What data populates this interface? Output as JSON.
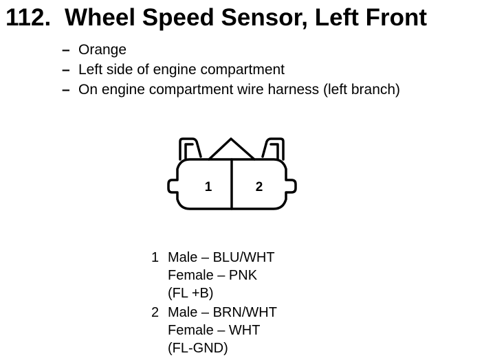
{
  "title": {
    "number": "112.",
    "text": "Wheel Speed Sensor, Left Front"
  },
  "details": [
    {
      "dash": "–",
      "text": "Orange"
    },
    {
      "dash": "–",
      "text": "Left side of engine compartment"
    },
    {
      "dash": "–",
      "text": "On engine compartment wire harness (left branch)"
    }
  ],
  "connector": {
    "pin_labels": [
      "1",
      "2"
    ]
  },
  "pins": [
    {
      "number": "1",
      "male": "Male – BLU/WHT",
      "female": "Female – PNK",
      "circuit": "(FL +B)"
    },
    {
      "number": "2",
      "male": "Male – BRN/WHT",
      "female": "Female – WHT",
      "circuit": "(FL-GND)"
    }
  ]
}
